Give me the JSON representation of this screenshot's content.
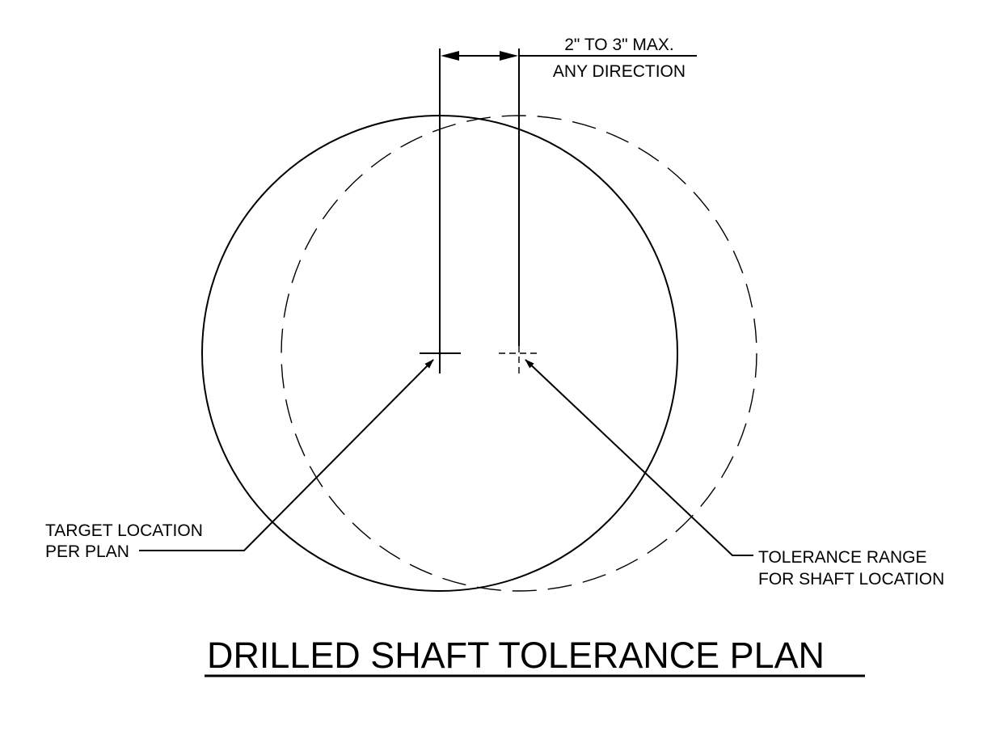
{
  "dimension": {
    "line1": "2\" TO 3\" MAX.",
    "line2": "ANY DIRECTION"
  },
  "callouts": {
    "target": {
      "line1": "TARGET LOCATION",
      "line2": "PER PLAN"
    },
    "tolerance": {
      "line1": "TOLERANCE RANGE",
      "line2": "FOR SHAFT LOCATION"
    }
  },
  "title": "DRILLED SHAFT TOLERANCE PLAN",
  "colors": {
    "line": "#000000",
    "background": "#ffffff"
  }
}
